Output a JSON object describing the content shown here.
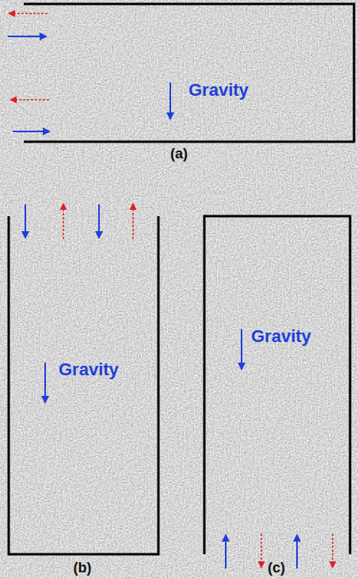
{
  "diagram": {
    "nodes": [
      {
        "text": [
          "Gravity"
        ]
      },
      {
        "text": [
          "Gravity"
        ]
      },
      {
        "text": [
          "Gravity"
        ]
      }
    ],
    "labels": [
      "(a)",
      "(b)",
      "(c)"
    ]
  }
}
